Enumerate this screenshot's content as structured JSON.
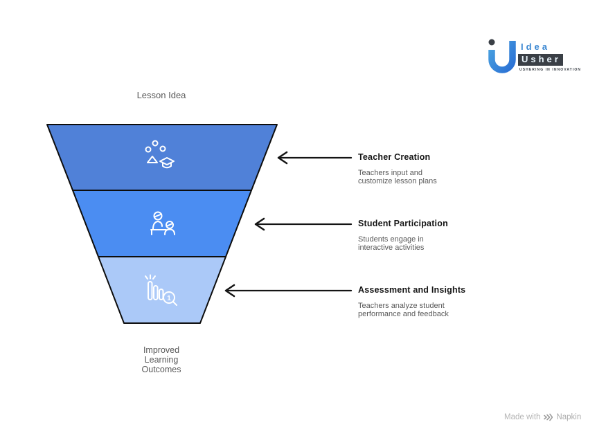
{
  "colors": {
    "tier1_fill": "#5081d8",
    "tier2_fill": "#4b8df2",
    "tier3_fill": "#abc9f8",
    "outline": "#0d0d0d",
    "icon_stroke": "#ffffff",
    "title_text": "#151515",
    "secondary_text": "#595959",
    "watermark_text": "#b5b5b5",
    "logo_blue": "#3a87d2",
    "logo_dark": "#3a3f46"
  },
  "funnel": {
    "top_label": "Lesson Idea",
    "bottom_label_lines": [
      "Improved",
      "Learning",
      "Outcomes"
    ],
    "tiers": [
      {
        "icon": "graduation-cap-ideas-icon"
      },
      {
        "icon": "students-desk-icon"
      },
      {
        "icon": "bar-chart-magnifier-icon",
        "badge": "1"
      }
    ]
  },
  "annotations": [
    {
      "title": "Teacher Creation",
      "desc_line1": "Teachers input and",
      "desc_line2": "customize lesson plans"
    },
    {
      "title": "Student Participation",
      "desc_line1": "Students engage in",
      "desc_line2": "interactive activities"
    },
    {
      "title": "Assessment and Insights",
      "desc_line1": "Teachers analyze student",
      "desc_line2": "performance and feedback"
    }
  ],
  "logo": {
    "word1": "Idea",
    "word2": "Usher",
    "tagline": "USHERING IN INNOVATION"
  },
  "watermark": {
    "prefix": "Made with",
    "brand": "Napkin"
  }
}
